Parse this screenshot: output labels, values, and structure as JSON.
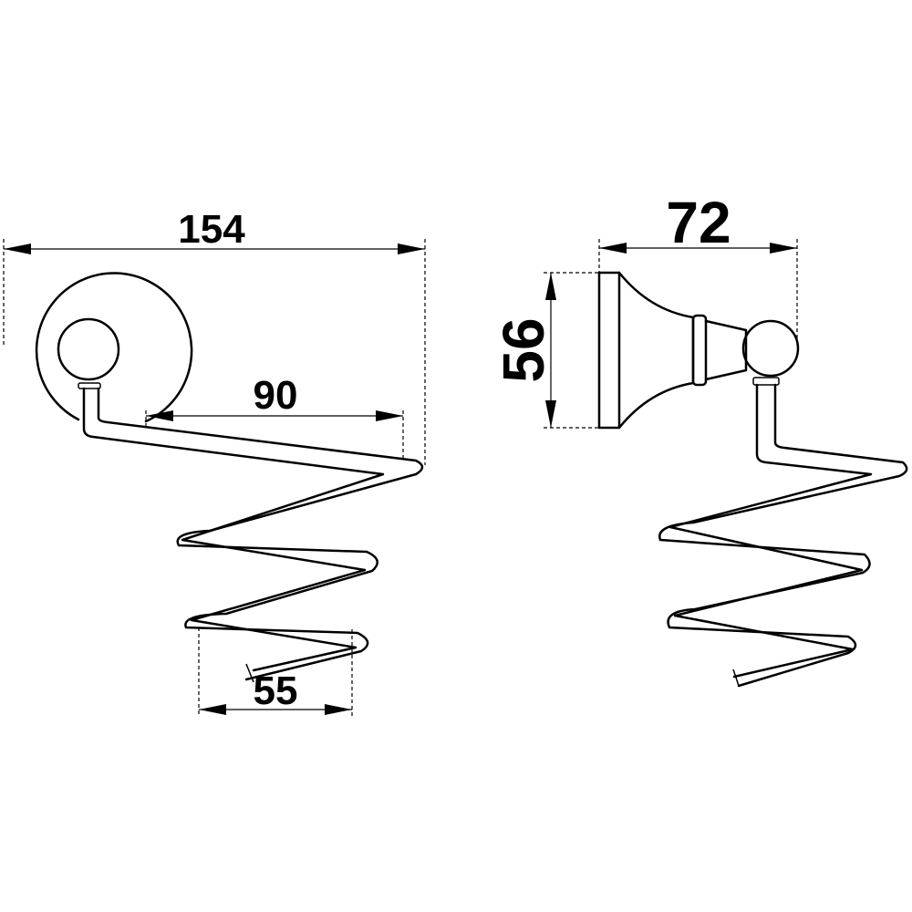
{
  "dimensions": {
    "overall_width": "154",
    "arm_length": "90",
    "coil_width": "55",
    "projection": "72",
    "base_height": "56"
  },
  "colors": {
    "line": "#000000",
    "background": "#ffffff"
  }
}
